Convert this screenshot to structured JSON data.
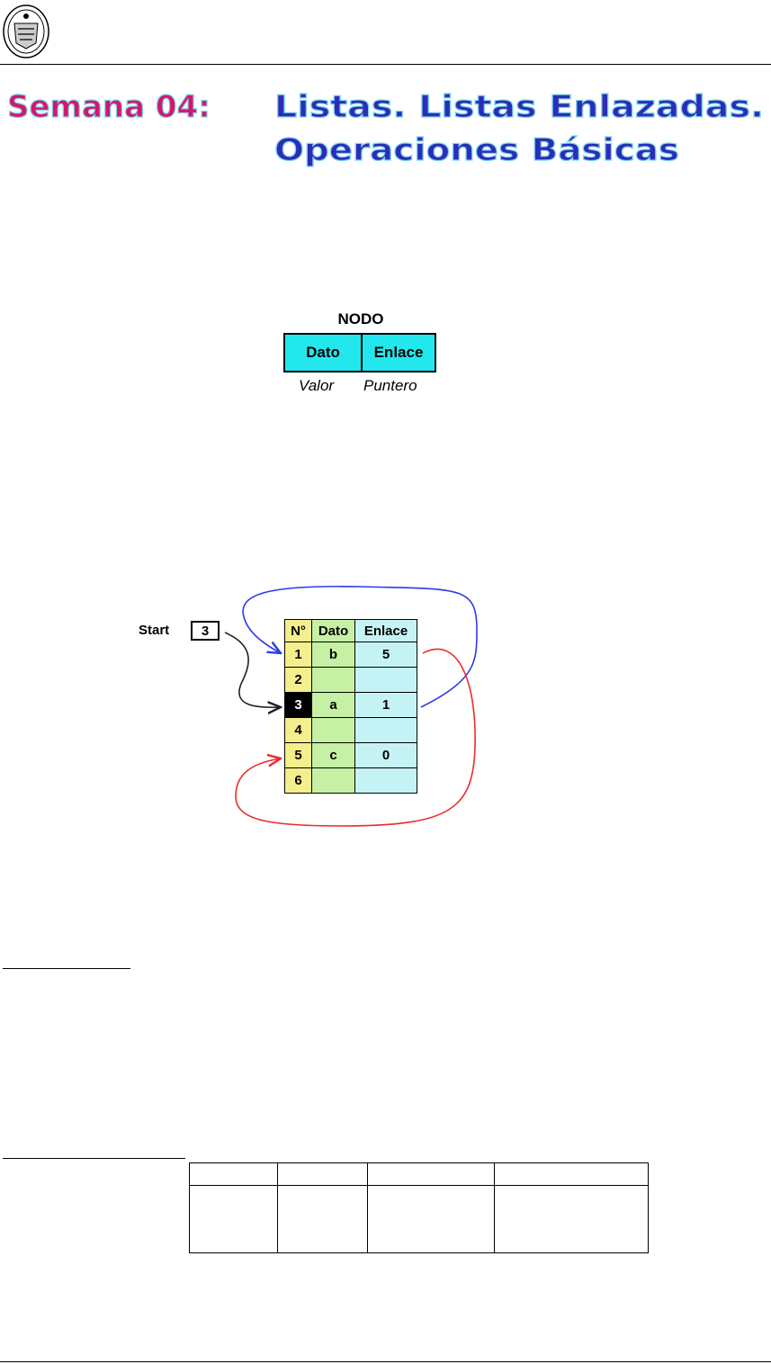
{
  "header": {
    "seal_icon": "university-seal-icon"
  },
  "title": {
    "week_label": "Semana 04:",
    "line1": "Listas. Listas Enlazadas.",
    "line2": "Operaciones Básicas",
    "colors": {
      "week": "#d6166a",
      "topic": "#2b2db8",
      "outline": "#7fd4f0"
    }
  },
  "nodo": {
    "label": "NODO",
    "cells": [
      "Dato",
      "Enlace"
    ],
    "captions": [
      "Valor",
      "Puntero"
    ],
    "fill_color": "#22e8ee"
  },
  "linked_list": {
    "start_label": "Start",
    "start_value": "3",
    "headers": [
      "N°",
      "Dato",
      "Enlace"
    ],
    "rows": [
      {
        "n": "1",
        "dato": "b",
        "enlace": "5"
      },
      {
        "n": "2",
        "dato": "",
        "enlace": ""
      },
      {
        "n": "3",
        "dato": "a",
        "enlace": "1"
      },
      {
        "n": "4",
        "dato": "",
        "enlace": ""
      },
      {
        "n": "5",
        "dato": "c",
        "enlace": "0"
      },
      {
        "n": "6",
        "dato": "",
        "enlace": ""
      }
    ],
    "arrow_colors": {
      "start": "#222222",
      "a_to_b": "#2d3bea",
      "b_to_c": "#ee2a2a"
    }
  }
}
